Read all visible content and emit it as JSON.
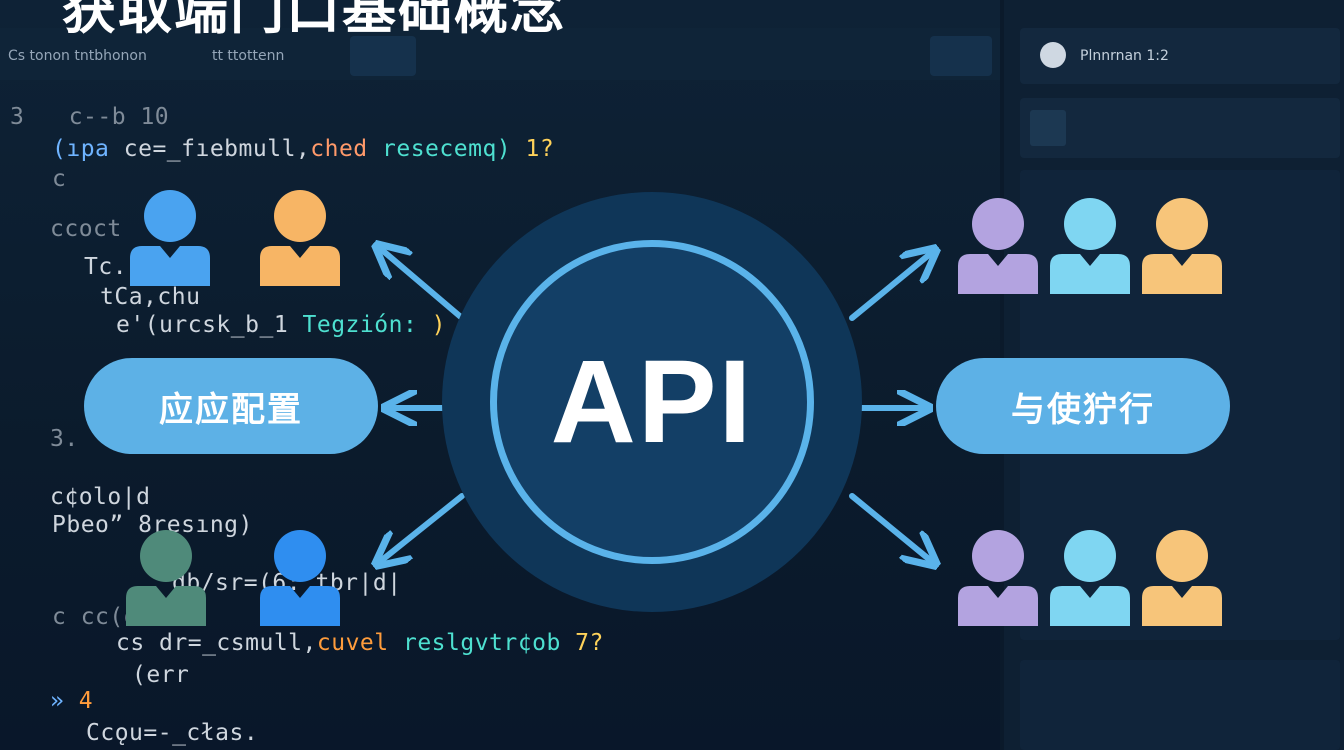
{
  "title": "获取端门口基础概念",
  "hub": {
    "label": "API"
  },
  "left_pill": {
    "label": "应应配置"
  },
  "right_pill": {
    "label": "与使狞行"
  },
  "toolbar": {
    "left_text_1": "Cs tonon tntbhonon",
    "left_text_2": "tt ttottenn",
    "right_header": "Plnnrnan 1:2"
  },
  "code_lines": {
    "l1_prefix": "3 ",
    "l1": "c--b 10",
    "l2a": "(ıpa ",
    "l2b": "ce=_fıebmull,",
    "l2c": "ched ",
    "l2d": "resecemq) ",
    "l2e": "1?",
    "l3": "c",
    "l4": "ccoct",
    "l5": "Tc.",
    "l6": "tCa,chu",
    "l7a": "e'(urcsk_b_1 ",
    "l7b": "Tegzión: ",
    "l7c": ")",
    "l8": "3.",
    "l9": "c¢olo|d",
    "l10": "Pbeo” 8resıng)",
    "l11": "db/sr=(6: tbr|d|",
    "l12": "c cc(oe",
    "l13a": "cs dr=_csmull,",
    "l13b": "cuvel ",
    "l13c": "reslgvtr¢ob ",
    "l13d": "7?",
    "l14": "(err",
    "l15a": "» ",
    "l15b": "4",
    "l16": "Ccǫu=-_cłas."
  },
  "colors": {
    "user_blue": "#4aa3f0",
    "user_orange": "#f7b565",
    "user_purple": "#b3a3e0",
    "user_cyan": "#7fd6f2",
    "user_gold": "#f7c57a",
    "user_green": "#4f8a7a",
    "user_blue_dark": "#2f8ef0",
    "arrow": "#5ab3ea",
    "pill": "#5db1e6",
    "hub_ring": "#5ab3ea"
  },
  "icons": {
    "users_top_left": [
      "user_blue",
      "user_orange"
    ],
    "users_bottom_left": [
      "user_green",
      "user_blue_dark"
    ],
    "users_top_right": [
      "user_purple",
      "user_cyan",
      "user_gold"
    ],
    "users_bottom_right": [
      "user_purple",
      "user_cyan",
      "user_gold"
    ]
  }
}
